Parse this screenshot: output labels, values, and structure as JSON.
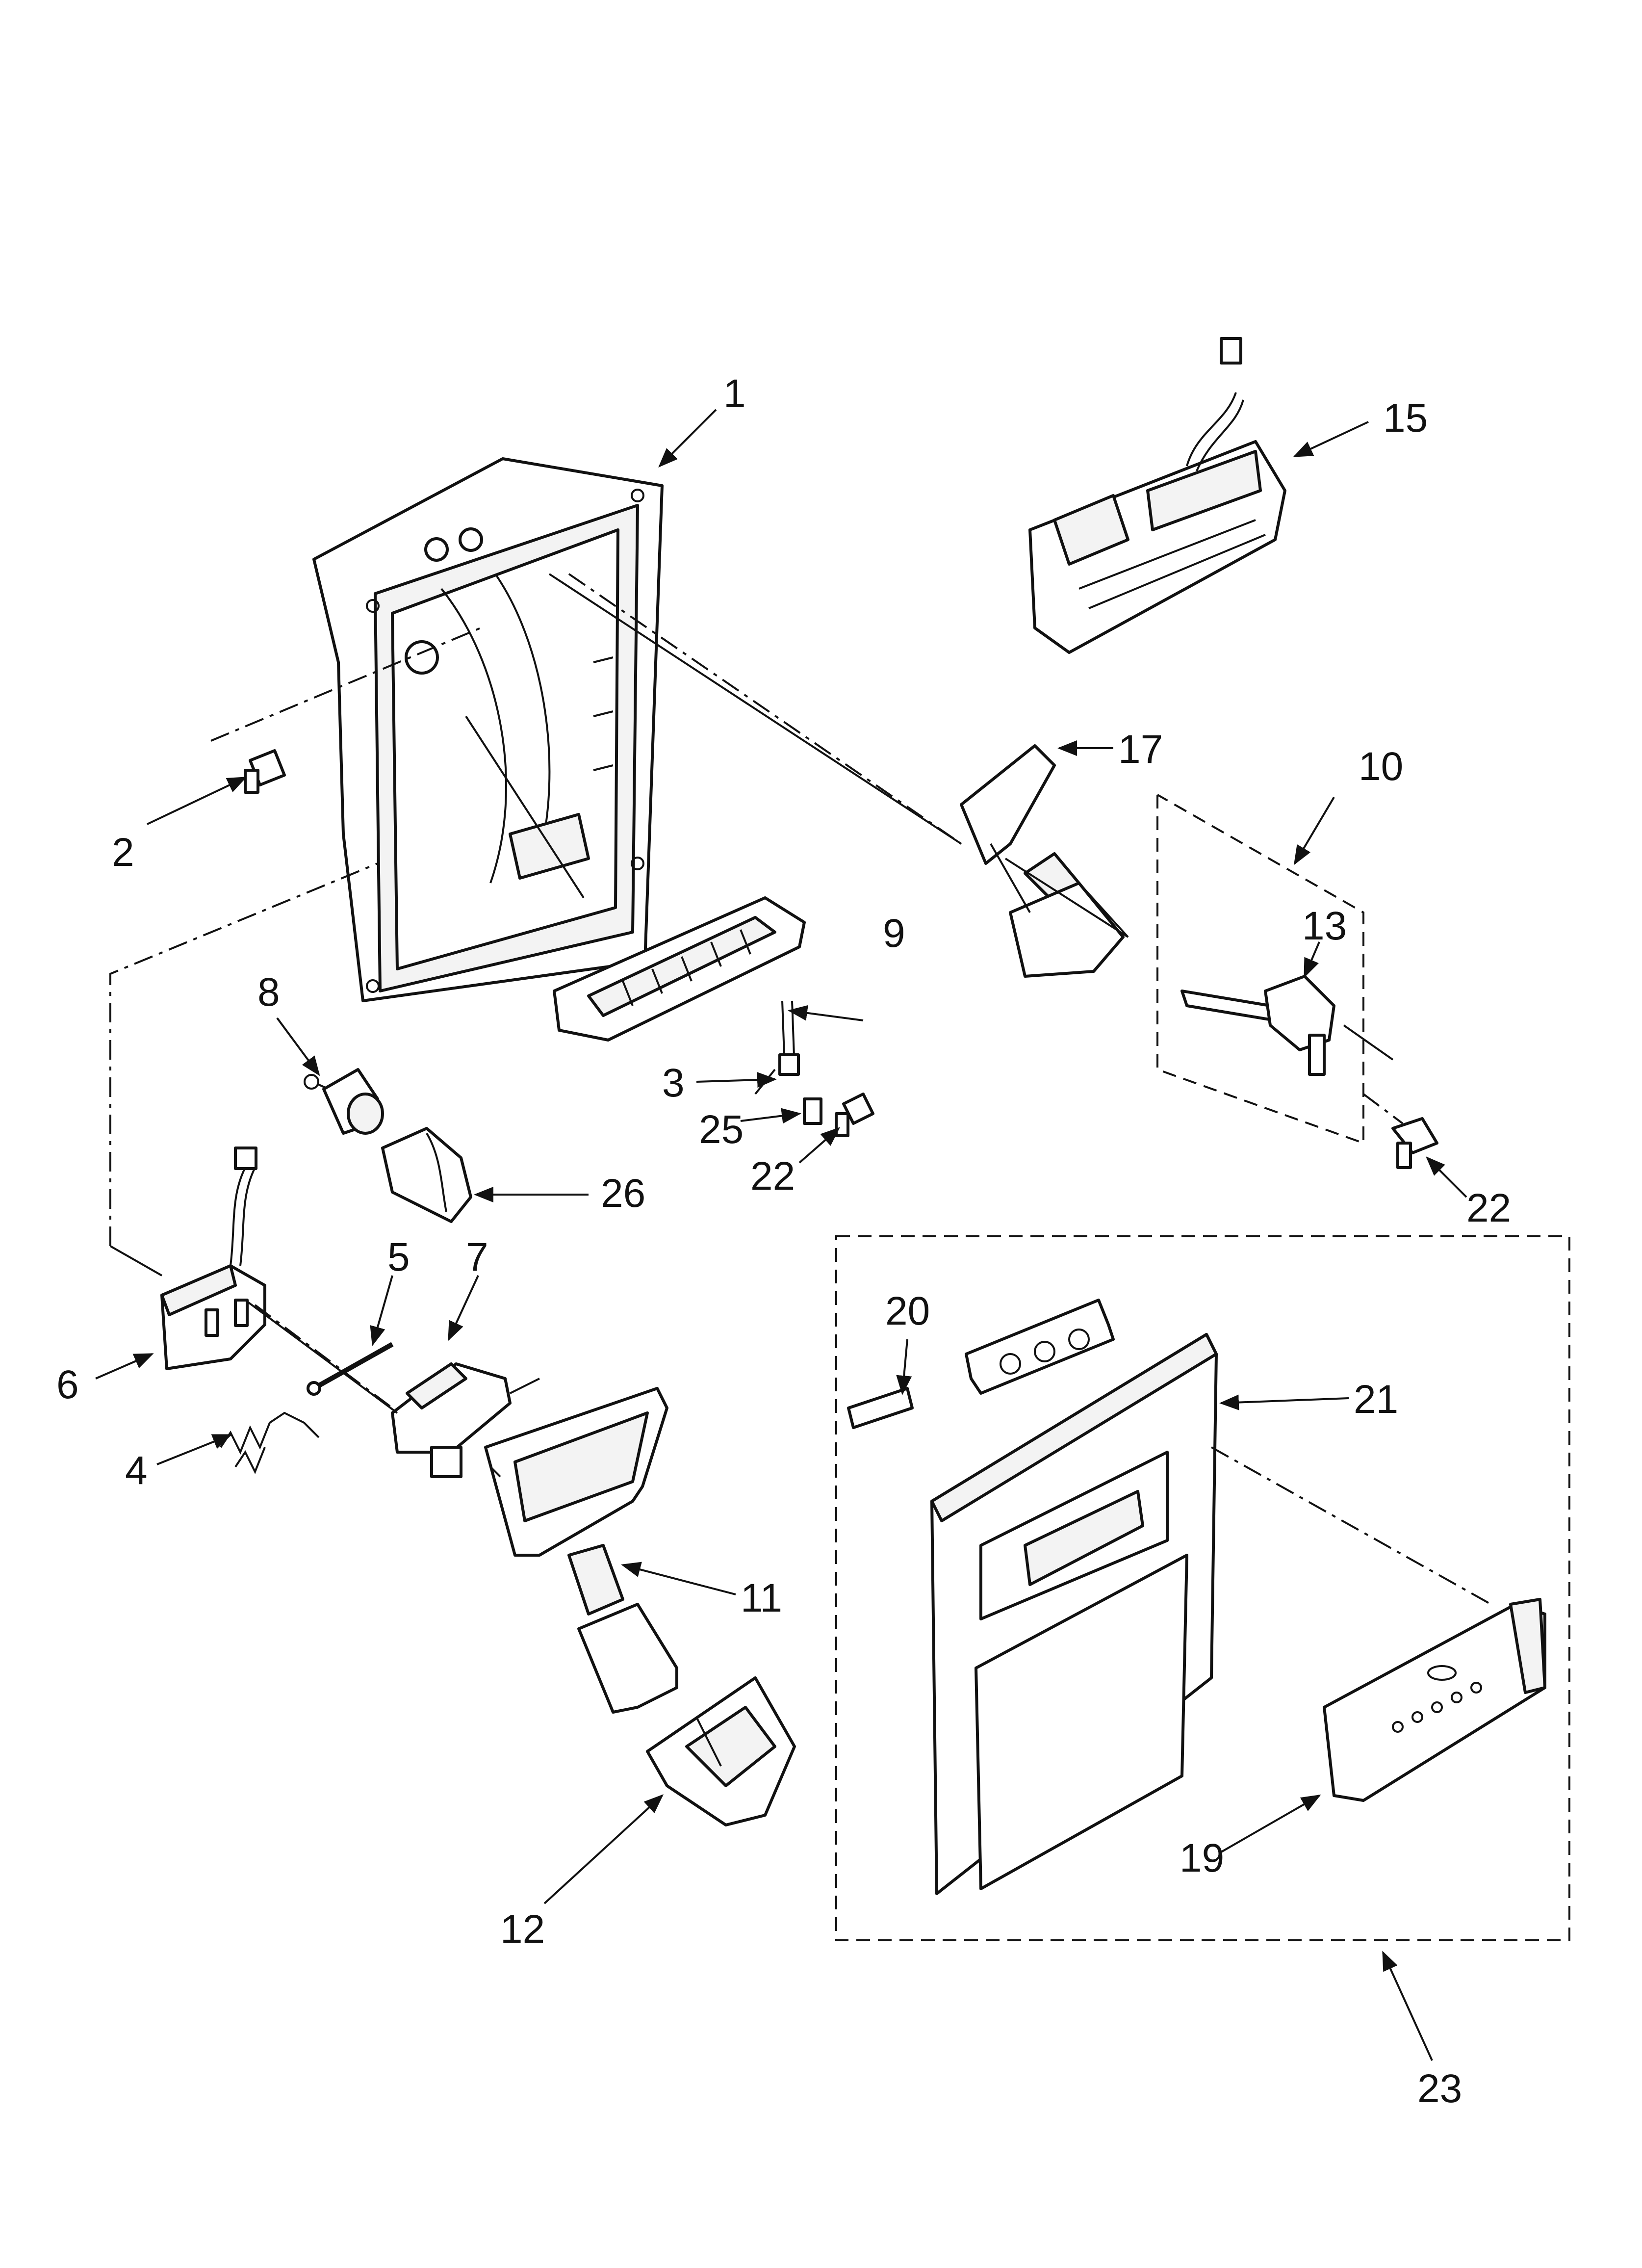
{
  "labels": {
    "p1": "1",
    "p2": "2",
    "p3": "3",
    "p4": "4",
    "p5": "5",
    "p6": "6",
    "p7": "7",
    "p8": "8",
    "p9": "9",
    "p10": "10",
    "p11": "11",
    "p12": "12",
    "p13": "13",
    "p15": "15",
    "p17": "17",
    "p19": "19",
    "p20": "20",
    "p21": "21",
    "p22a": "22",
    "p22b": "22",
    "p23": "23",
    "p25": "25",
    "p26": "26"
  }
}
